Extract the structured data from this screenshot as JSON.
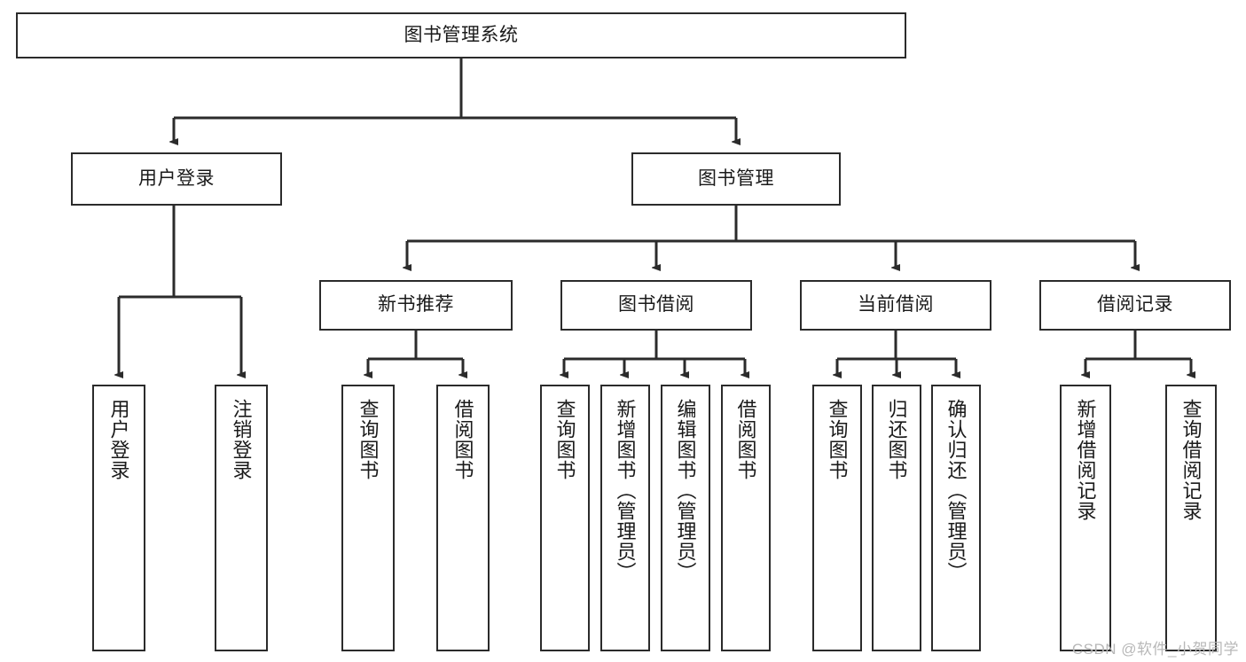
{
  "diagram": {
    "type": "tree",
    "title": "图书管理系统",
    "watermark": "CSDN @软件_小贺同学",
    "colors": {
      "background": "#ffffff",
      "border": "#2b2b2b",
      "text": "#1a1a1a",
      "connector": "#2b2b2b",
      "watermark": "#b8b8b8"
    },
    "levels": {
      "root": {
        "label": "图书管理系统"
      },
      "level2": [
        {
          "id": "user-login",
          "label": "用户登录"
        },
        {
          "id": "book-management",
          "label": "图书管理"
        }
      ],
      "level3": [
        {
          "id": "new-book-recommend",
          "label": "新书推荐"
        },
        {
          "id": "book-borrow",
          "label": "图书借阅"
        },
        {
          "id": "current-borrow",
          "label": "当前借阅"
        },
        {
          "id": "borrow-record",
          "label": "借阅记录"
        }
      ],
      "leaves": {
        "user-login": [
          {
            "id": "leaf-user-login",
            "label": "用户登录"
          },
          {
            "id": "leaf-logout-login",
            "label": "注销登录"
          }
        ],
        "new-book-recommend": [
          {
            "id": "leaf-query-book-1",
            "label": "查询图书"
          },
          {
            "id": "leaf-borrow-book-1",
            "label": "借阅图书"
          }
        ],
        "book-borrow": [
          {
            "id": "leaf-query-book-2",
            "label": "查询图书"
          },
          {
            "id": "leaf-add-book",
            "label": "新增图书（管理员）"
          },
          {
            "id": "leaf-edit-book",
            "label": "编辑图书（管理员）"
          },
          {
            "id": "leaf-borrow-book-2",
            "label": "借阅图书"
          }
        ],
        "current-borrow": [
          {
            "id": "leaf-query-book-3",
            "label": "查询图书"
          },
          {
            "id": "leaf-return-book",
            "label": "归还图书"
          },
          {
            "id": "leaf-confirm-return",
            "label": "确认归还（管理员）"
          }
        ],
        "borrow-record": [
          {
            "id": "leaf-add-record",
            "label": "新增借阅记录"
          },
          {
            "id": "leaf-query-record",
            "label": "查询借阅记录"
          }
        ]
      }
    }
  }
}
